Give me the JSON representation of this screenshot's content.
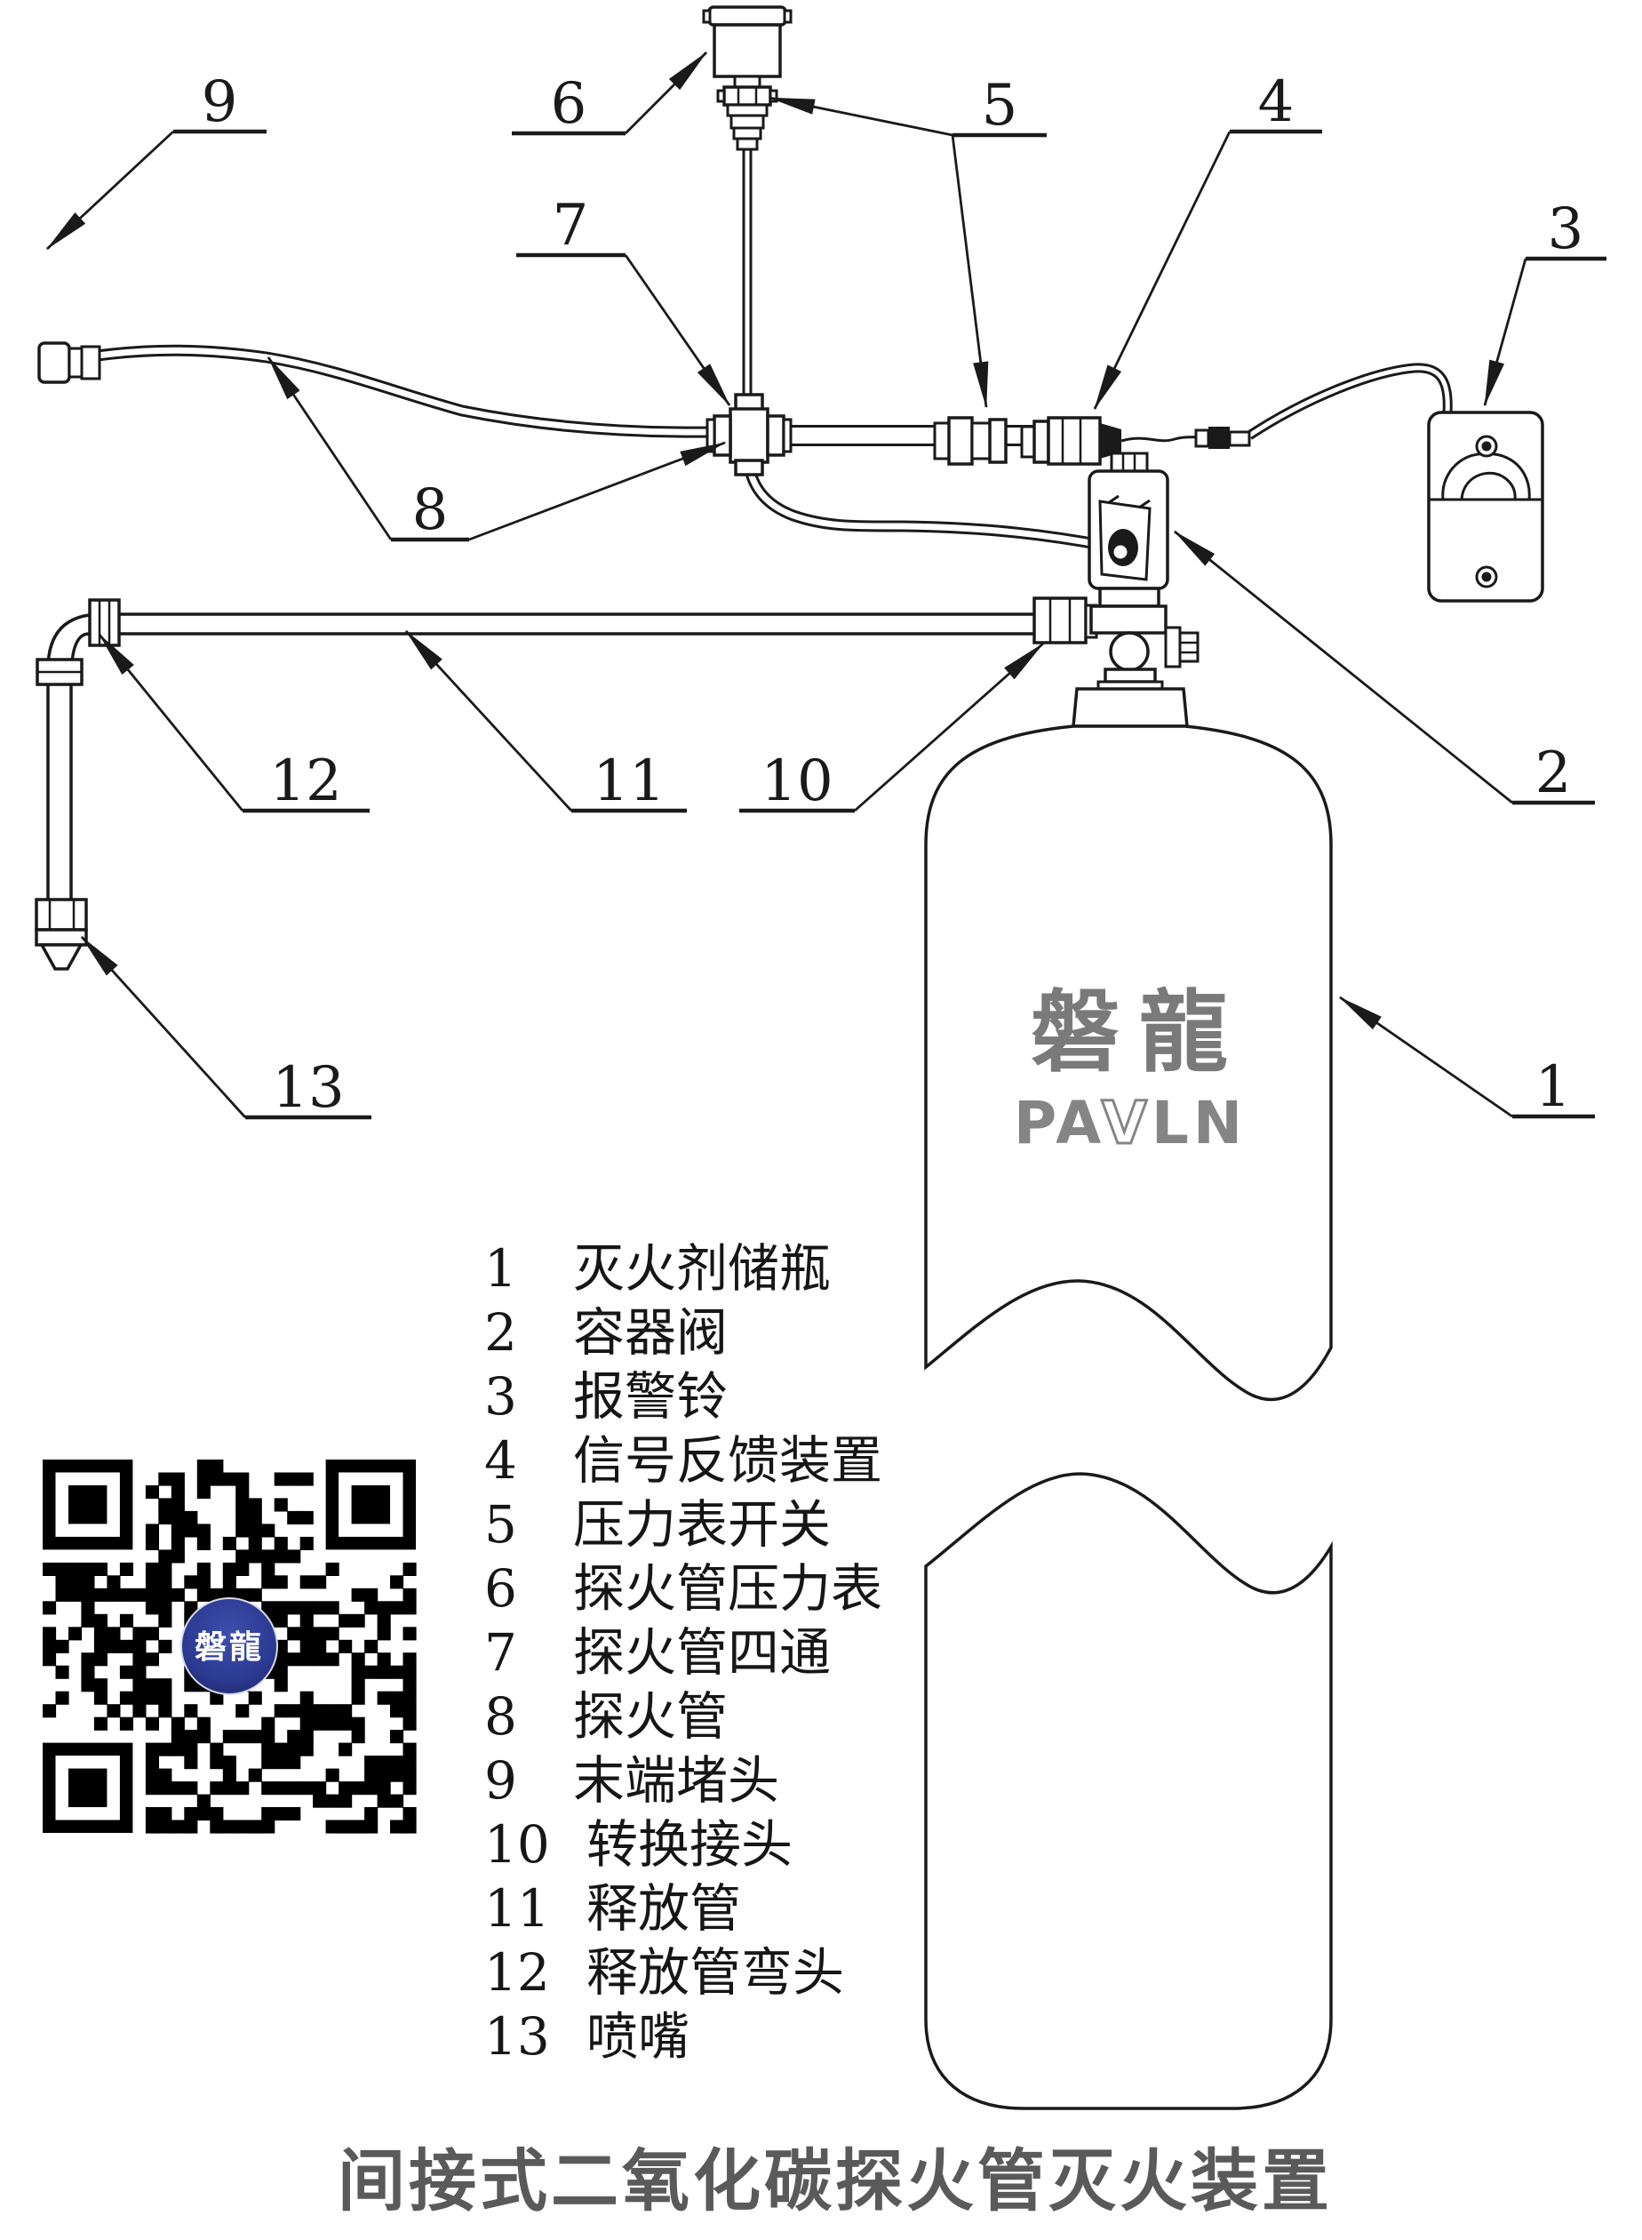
{
  "title": "间接式二氧化碳探火管灭火装置",
  "brand": {
    "cjk": "磐龍",
    "latin_pre": "PA",
    "latin_v": "V",
    "latin_post": "LN",
    "gray": "#7a7a7a"
  },
  "qr": {
    "center_label": "磐龍",
    "badge_color": "#2b3990"
  },
  "callouts": {
    "c1": "1",
    "c2": "2",
    "c3": "3",
    "c4": "4",
    "c5": "5",
    "c6": "6",
    "c7": "7",
    "c8": "8",
    "c9": "9",
    "c10": "10",
    "c11": "11",
    "c12": "12",
    "c13": "13"
  },
  "legend": {
    "items": [
      {
        "num": "1",
        "name": "灭火剂储瓶"
      },
      {
        "num": "2",
        "name": "容器阀"
      },
      {
        "num": "3",
        "name": "报警铃"
      },
      {
        "num": "4",
        "name": "信号反馈装置"
      },
      {
        "num": "5",
        "name": "压力表开关"
      },
      {
        "num": "6",
        "name": "探火管压力表"
      },
      {
        "num": "7",
        "name": "探火管四通"
      },
      {
        "num": "8",
        "name": "探火管"
      },
      {
        "num": "9",
        "name": "末端堵头"
      },
      {
        "num": "10",
        "name": "转换接头"
      },
      {
        "num": "11",
        "name": "释放管"
      },
      {
        "num": "12",
        "name": "释放管弯头"
      },
      {
        "num": "13",
        "name": "喷嘴"
      }
    ]
  }
}
